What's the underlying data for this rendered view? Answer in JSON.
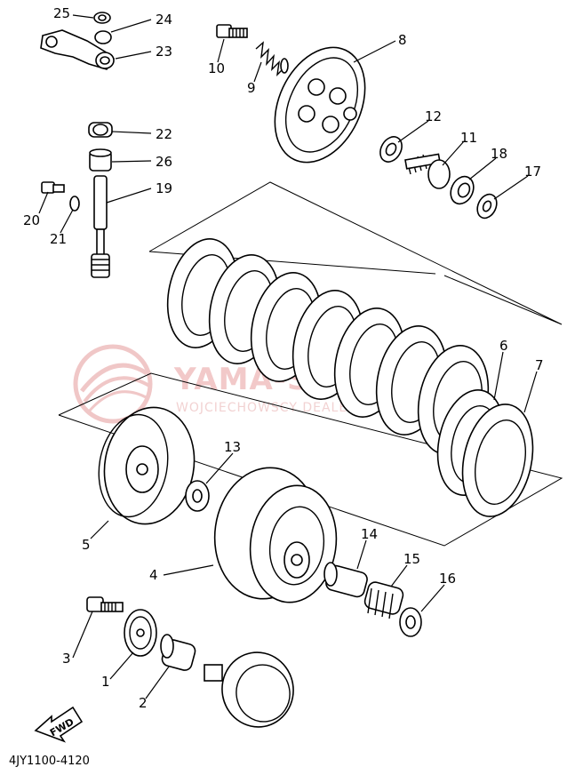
{
  "diagram": {
    "drawing_code": "4JY1100-4120",
    "fwd_label": "FWD",
    "watermark": {
      "title": "YAMA-SKLEP.PL",
      "subtitle": "WOJCIECHOWSCY DEALER YAMAHA",
      "color": "#e5a3a3"
    },
    "callouts": [
      {
        "id": "p1",
        "label": "1"
      },
      {
        "id": "p2",
        "label": "2"
      },
      {
        "id": "p3",
        "label": "3"
      },
      {
        "id": "p4",
        "label": "4"
      },
      {
        "id": "p5",
        "label": "5"
      },
      {
        "id": "p6",
        "label": "6"
      },
      {
        "id": "p7",
        "label": "7"
      },
      {
        "id": "p8",
        "label": "8"
      },
      {
        "id": "p9",
        "label": "9"
      },
      {
        "id": "p10",
        "label": "10"
      },
      {
        "id": "p11",
        "label": "11"
      },
      {
        "id": "p12",
        "label": "12"
      },
      {
        "id": "p13",
        "label": "13"
      },
      {
        "id": "p14",
        "label": "14"
      },
      {
        "id": "p15",
        "label": "15"
      },
      {
        "id": "p16",
        "label": "16"
      },
      {
        "id": "p17",
        "label": "17"
      },
      {
        "id": "p18",
        "label": "18"
      },
      {
        "id": "p19",
        "label": "19"
      },
      {
        "id": "p20",
        "label": "20"
      },
      {
        "id": "p21",
        "label": "21"
      },
      {
        "id": "p22",
        "label": "22"
      },
      {
        "id": "p23",
        "label": "23"
      },
      {
        "id": "p24",
        "label": "24"
      },
      {
        "id": "p25",
        "label": "25"
      },
      {
        "id": "p26",
        "label": "26"
      }
    ]
  }
}
